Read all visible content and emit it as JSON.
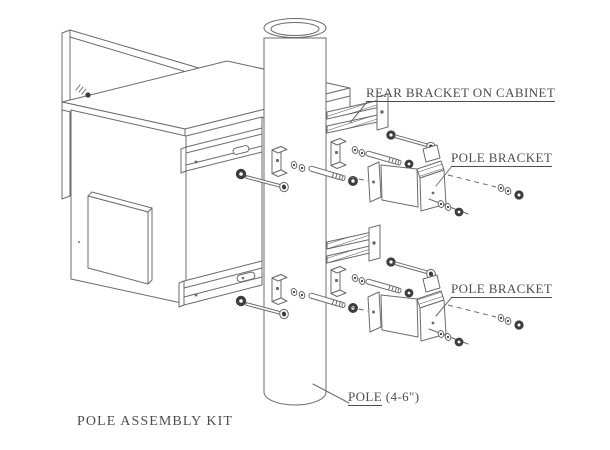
{
  "diagram": {
    "title": "POLE ASSEMBLY KIT",
    "labels": {
      "rear_bracket": "REAR BRACKET ON CABINET",
      "pole_bracket_upper": "POLE BRACKET",
      "pole_bracket_lower": "POLE BRACKET",
      "pole": "POLE",
      "pole_size": " (4-6\")"
    },
    "colors": {
      "background": "#ffffff",
      "line": "#6b6b6b",
      "text": "#4d4d4d",
      "hardware": "#3d3d3d"
    }
  }
}
